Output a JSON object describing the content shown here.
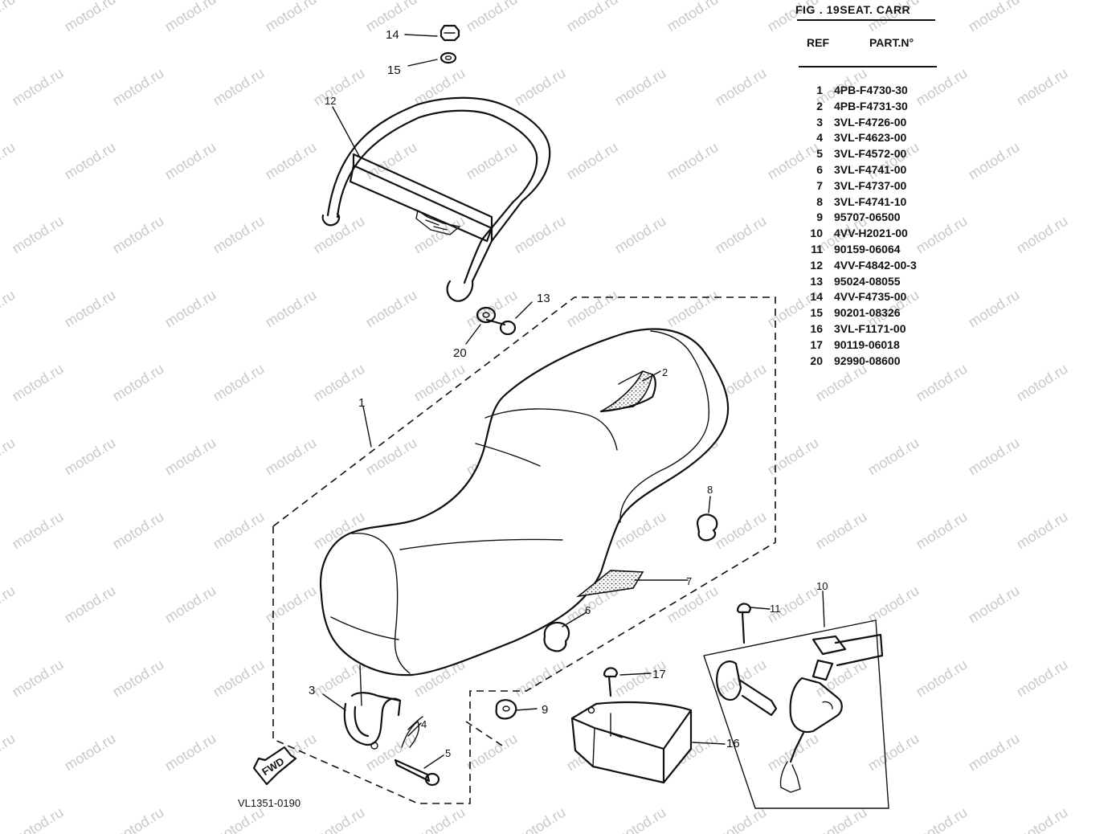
{
  "header": {
    "fig_label": "FIG",
    "fig_title": ". 19SEAT. CARR",
    "ref_header": "REF",
    "part_header": "PART.N°"
  },
  "parts": [
    {
      "ref": "1",
      "part_no": "4PB-F4730-30"
    },
    {
      "ref": "2",
      "part_no": "4PB-F4731-30"
    },
    {
      "ref": "3",
      "part_no": "3VL-F4726-00"
    },
    {
      "ref": "4",
      "part_no": "3VL-F4623-00"
    },
    {
      "ref": "5",
      "part_no": "3VL-F4572-00"
    },
    {
      "ref": "6",
      "part_no": "3VL-F4741-00"
    },
    {
      "ref": "7",
      "part_no": "3VL-F4737-00"
    },
    {
      "ref": "8",
      "part_no": "3VL-F4741-10"
    },
    {
      "ref": "9",
      "part_no": "95707-06500"
    },
    {
      "ref": "10",
      "part_no": "4VV-H2021-00"
    },
    {
      "ref": "11",
      "part_no": "90159-06064"
    },
    {
      "ref": "12",
      "part_no": "4VV-F4842-00-3"
    },
    {
      "ref": "13",
      "part_no": "95024-08055"
    },
    {
      "ref": "14",
      "part_no": "4VV-F4735-00"
    },
    {
      "ref": "15",
      "part_no": "90201-08326"
    },
    {
      "ref": "16",
      "part_no": "3VL-F1171-00"
    },
    {
      "ref": "17",
      "part_no": "90119-06018"
    },
    {
      "ref": "20",
      "part_no": "92990-08600"
    }
  ],
  "diagram": {
    "callouts": [
      "1",
      "2",
      "3",
      "4",
      "5",
      "6",
      "7",
      "8",
      "9",
      "10",
      "11",
      "12",
      "13",
      "14",
      "15",
      "16",
      "17",
      "20"
    ],
    "fwd_label": "FWD",
    "drawing_code": "VL1351-0190",
    "watermark": "motod.ru"
  }
}
